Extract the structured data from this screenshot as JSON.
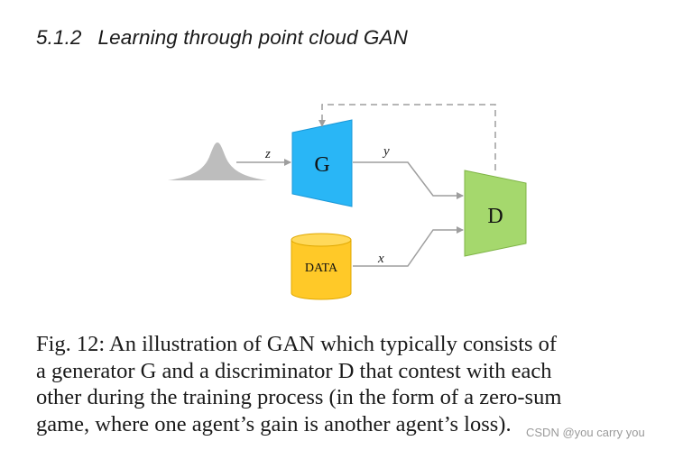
{
  "section": {
    "number": "5.1.2",
    "title": "Learning through point cloud GAN"
  },
  "diagram": {
    "noise_label": "z",
    "generator_label": "G",
    "generated_label": "y",
    "data_label": "DATA",
    "real_label": "x",
    "discriminator_label": "D",
    "colors": {
      "generator": "#29b6f6",
      "discriminator": "#a5d86d",
      "data": "#ffc928",
      "noise": "#bdbdbd",
      "arrows": "#9e9e9e"
    }
  },
  "caption": {
    "lines": [
      "Fig. 12: An illustration of GAN which typically consists of",
      "a generator G and a discriminator D that contest with each",
      "other during the training process (in the form of a zero-sum",
      "game, where one agent’s gain is another agent’s loss)."
    ]
  },
  "watermark": "CSDN @you carry you"
}
